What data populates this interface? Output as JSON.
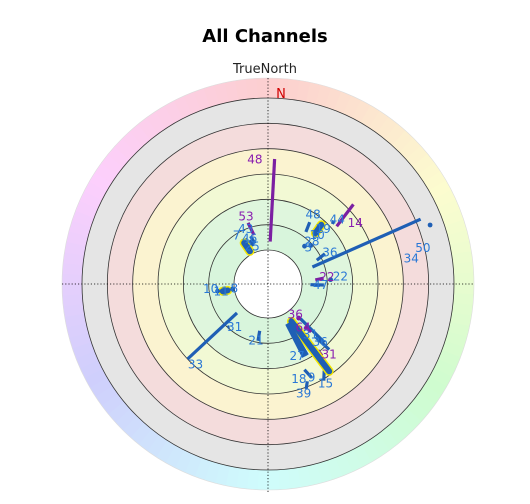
{
  "chart_data": {
    "type": "polar-sky",
    "title": "All Channels",
    "subtitle": "TrueNorth",
    "north_label": "N",
    "colors": {
      "gps": "#1f5fb5",
      "other": "#7b1fa2",
      "label_gps": "#2a78d6",
      "label_other": "#8a1fb0",
      "highlight": "#f2e600",
      "north": "#d00000"
    },
    "elevation_rings": [
      0,
      15,
      30,
      45,
      60,
      75
    ],
    "satellites": [
      {
        "id": "25",
        "system": "gps",
        "tracks": [
          [
            333,
            80
          ],
          [
            336,
            86
          ]
        ]
      },
      {
        "id": "46",
        "system": "gps",
        "tracks": [
          [
            338,
            82
          ],
          [
            339,
            86
          ]
        ]
      },
      {
        "id": "7",
        "system": "gps",
        "highlight": true,
        "tracks": [
          [
            330,
            82
          ],
          [
            331,
            88
          ]
        ]
      },
      {
        "id": "43",
        "system": "gps",
        "tracks": [
          [
            340,
            80
          ],
          [
            342,
            85
          ]
        ]
      },
      {
        "id": "53",
        "system": "other",
        "tracks": [
          [
            342,
            72
          ],
          [
            344,
            80
          ]
        ]
      },
      {
        "id": "48",
        "system": "other",
        "tracks": [
          [
            3,
            36
          ],
          [
            3,
            85
          ]
        ]
      },
      {
        "id": "48",
        "system": "gps",
        "tracks": [
          [
            34,
            66
          ],
          [
            36,
            72
          ]
        ]
      },
      {
        "id": "10",
        "system": "gps",
        "tracks": [
          [
            44,
            70
          ]
        ]
      },
      {
        "id": "28",
        "system": "gps",
        "tracks": [
          [
            44,
            79
          ]
        ]
      },
      {
        "id": "3",
        "system": "gps",
        "tracks": [
          [
            48,
            76
          ]
        ]
      },
      {
        "id": "19",
        "system": "gps",
        "highlight": true,
        "tracks": [
          [
            42,
            63
          ],
          [
            43,
            69
          ]
        ]
      },
      {
        "id": "44",
        "system": "gps",
        "tracks": [
          [
            46,
            56
          ],
          [
            47,
            58
          ]
        ]
      },
      {
        "id": "14",
        "system": "other",
        "tracks": [
          [
            47,
            41
          ],
          [
            50,
            57
          ]
        ]
      },
      {
        "id": "36",
        "system": "gps",
        "tracks": [
          [
            62,
            72
          ],
          [
            64,
            78
          ]
        ]
      },
      {
        "id": "34",
        "system": "gps",
        "tracks": [
          [
            67,
            12
          ],
          [
            69,
            82
          ]
        ]
      },
      {
        "id": "50",
        "system": "gps",
        "tracks": [
          [
            70,
            8
          ]
        ]
      },
      {
        "id": "22",
        "system": "gps",
        "tracks": [
          [
            86,
            73
          ]
        ]
      },
      {
        "id": "22",
        "system": "other",
        "tracks": [
          [
            84,
            77
          ],
          [
            85,
            82
          ]
        ]
      },
      {
        "id": "47",
        "system": "gps",
        "tracks": [
          [
            91,
            77
          ],
          [
            91,
            85
          ]
        ]
      },
      {
        "id": "15",
        "system": "gps",
        "tracks": [
          [
            150,
            44
          ],
          [
            147,
            49
          ]
        ]
      },
      {
        "id": "31",
        "system": "other",
        "tracks": [
          [
            143,
            57
          ],
          [
            143,
            61
          ]
        ]
      },
      {
        "id": "39",
        "system": "gps",
        "tracks": [
          [
            160,
            44
          ],
          [
            158,
            48
          ]
        ]
      },
      {
        "id": "9",
        "system": "gps",
        "highlight": true,
        "tracks": [
          [
            145,
            47
          ],
          [
            148,
            84
          ]
        ]
      },
      {
        "id": "36",
        "system": "gps",
        "tracks": [
          [
            137,
            57
          ],
          [
            138,
            68
          ]
        ]
      },
      {
        "id": "18",
        "system": "gps",
        "tracks": [
          [
            155,
            49
          ],
          [
            157,
            55
          ]
        ]
      },
      {
        "id": "31",
        "system": "gps",
        "tracks": [
          [
            136,
            62
          ],
          [
            137,
            82
          ]
        ]
      },
      {
        "id": "64",
        "system": "other",
        "tracks": [
          [
            138,
            72
          ],
          [
            139,
            77
          ]
        ]
      },
      {
        "id": "36",
        "system": "other",
        "tracks": [
          [
            138,
            83
          ]
        ]
      },
      {
        "id": "27",
        "system": "gps",
        "tracks": [
          [
            154,
            62
          ],
          [
            155,
            84
          ]
        ]
      },
      {
        "id": "27",
        "system": "gps",
        "tracks": [
          [
            151,
            62
          ],
          [
            152,
            84
          ]
        ]
      },
      {
        "id": "27",
        "system": "gps",
        "tracks": [
          [
            152,
            62
          ],
          [
            153,
            84
          ]
        ]
      },
      {
        "id": "21",
        "system": "gps",
        "tracks": [
          [
            190,
            76
          ],
          [
            190,
            82
          ]
        ]
      },
      {
        "id": "33",
        "system": "gps",
        "tracks": [
          [
            227,
            45
          ],
          [
            227,
            85
          ]
        ]
      },
      {
        "id": "31",
        "system": "gps",
        "tracks": [
          [
            223,
            75
          ],
          [
            222,
            76
          ]
        ]
      },
      {
        "id": "11",
        "system": "gps",
        "highlight": true,
        "tracks": [
          [
            261,
            83
          ],
          [
            261,
            86
          ]
        ]
      },
      {
        "id": "10",
        "system": "gps",
        "tracks": [
          [
            262,
            80
          ]
        ]
      },
      {
        "id": "8",
        "system": "gps",
        "tracks": [
          [
            262,
            89
          ]
        ]
      }
    ],
    "labels": [
      {
        "text": "25",
        "system": "gps",
        "az": 337,
        "el": 86
      },
      {
        "text": "46",
        "system": "gps",
        "az": 338,
        "el": 81
      },
      {
        "text": "7",
        "system": "gps",
        "az": 327,
        "el": 76
      },
      {
        "text": "43",
        "system": "gps",
        "az": 338,
        "el": 75
      },
      {
        "text": "53",
        "system": "other",
        "az": 342,
        "el": 68
      },
      {
        "text": "48",
        "system": "other",
        "az": 354,
        "el": 36
      },
      {
        "text": "48",
        "system": "gps",
        "az": 33,
        "el": 61
      },
      {
        "text": "10",
        "system": "gps",
        "az": 45,
        "el": 69
      },
      {
        "text": "28",
        "system": "gps",
        "az": 46,
        "el": 74
      },
      {
        "text": "3",
        "system": "gps",
        "az": 48,
        "el": 78
      },
      {
        "text": "19",
        "system": "gps",
        "az": 45,
        "el": 64
      },
      {
        "text": "44",
        "system": "gps",
        "az": 47,
        "el": 54
      },
      {
        "text": "14",
        "system": "other",
        "az": 55,
        "el": 47
      },
      {
        "text": "36",
        "system": "gps",
        "az": 63,
        "el": 69
      },
      {
        "text": "50",
        "system": "gps",
        "az": 77,
        "el": 16
      },
      {
        "text": "34",
        "system": "gps",
        "az": 80,
        "el": 24
      },
      {
        "text": "22",
        "system": "gps",
        "az": 84,
        "el": 67
      },
      {
        "text": "22",
        "system": "other",
        "az": 83,
        "el": 75
      },
      {
        "text": "47",
        "system": "gps",
        "az": 91,
        "el": 79
      },
      {
        "text": "15",
        "system": "gps",
        "az": 150,
        "el": 42
      },
      {
        "text": "31",
        "system": "other",
        "az": 139,
        "el": 55
      },
      {
        "text": "39",
        "system": "gps",
        "az": 162,
        "el": 42
      },
      {
        "text": "9",
        "system": "gps",
        "az": 155,
        "el": 49
      },
      {
        "text": "36",
        "system": "gps",
        "az": 138,
        "el": 64
      },
      {
        "text": "18",
        "system": "gps",
        "az": 162,
        "el": 51
      },
      {
        "text": "31",
        "system": "gps",
        "az": 140,
        "el": 71
      },
      {
        "text": "64",
        "system": "other",
        "az": 141,
        "el": 77
      },
      {
        "text": "36",
        "system": "other",
        "az": 138,
        "el": 86
      },
      {
        "text": "27",
        "system": "gps",
        "az": 158,
        "el": 64
      },
      {
        "text": "21",
        "system": "gps",
        "az": 192,
        "el": 76
      },
      {
        "text": "33",
        "system": "gps",
        "az": 222,
        "el": 46
      },
      {
        "text": "31",
        "system": "gps",
        "az": 218,
        "el": 78
      },
      {
        "text": "11",
        "system": "gps",
        "az": 261,
        "el": 82
      },
      {
        "text": "10",
        "system": "gps",
        "az": 265,
        "el": 76
      },
      {
        "text": "8",
        "system": "gps",
        "az": 262,
        "el": 90
      }
    ]
  }
}
